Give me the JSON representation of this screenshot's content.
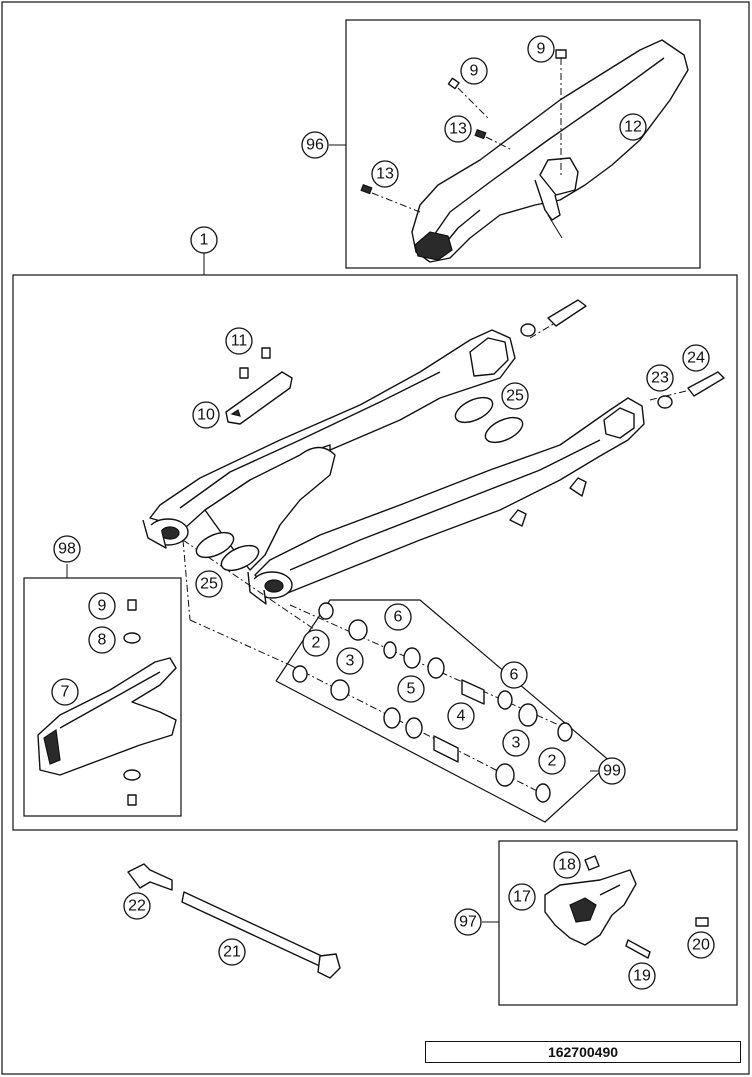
{
  "document": {
    "number": "162700490"
  },
  "callouts": {
    "swingarm": "1",
    "bearing_bush_left": "2",
    "bearing_bush_right": "2",
    "needle_bearing_left": "3",
    "needle_bearing_right": "3",
    "spacer_sleeve": "4",
    "spacer_bush": "5",
    "seal_ring_left": "6",
    "seal_ring_right": "6",
    "chain_slider": "7",
    "washer": "8",
    "screw_slider": "9",
    "screw_guard_a": "9",
    "screw_guard_b": "9",
    "cable_holder": "10",
    "screw_holder": "11",
    "chain_guard": "12",
    "screw_guard_c": "13",
    "screw_guard_d": "13",
    "guide_block": "17",
    "nut_guide": "18",
    "screw_guide_a": "19",
    "screw_guide_b": "20",
    "pivot_shaft": "21",
    "pivot_nut": "22",
    "nut_axle": "23",
    "adjuster_bolt": "24",
    "protector_upper": "25",
    "protector_lower": "25",
    "chain_guard_kit": "96",
    "chain_guide_kit": "97",
    "chain_slider_kit": "98",
    "bearing_kit": "99"
  }
}
